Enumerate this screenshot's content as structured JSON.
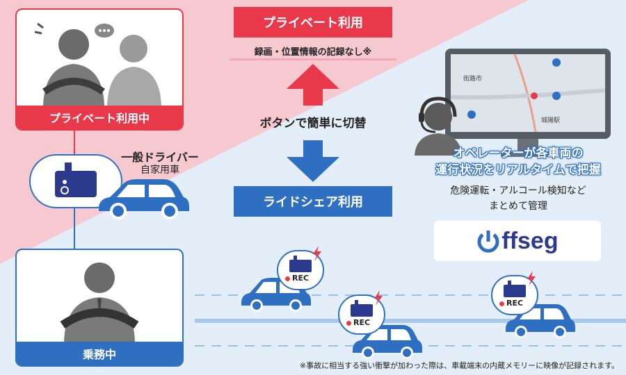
{
  "private_card": {
    "label": "プライベート利用中"
  },
  "duty_card": {
    "label": "乗務中"
  },
  "driver": {
    "title": "一般ドライバー",
    "subtitle": "自家用車"
  },
  "mode_private": {
    "label": "プライベート利用",
    "note": "録画・位置情報の記録なし※"
  },
  "switch": {
    "label": "ボタンで簡単に切替"
  },
  "mode_rideshare": {
    "label": "ライドシェア利用"
  },
  "operator": {
    "headline_1": "オペレーターが各車両の",
    "headline_2": "運行状況をリアルタイムで把握",
    "sub_1": "危険運転・アルコール検知など",
    "sub_2": "まとめて管理"
  },
  "map": {
    "label_1": "街路市",
    "label_2": "城陽駅"
  },
  "brand": {
    "name": "ffseg"
  },
  "rec": {
    "label": "REC"
  },
  "footnote": "※事故に相当する強い衝撃が加わった際は、車載端末の内蔵メモリーに映像が記録されます。",
  "colors": {
    "red": "#e8394a",
    "blue": "#2f6fc1",
    "navy": "#2b3a8c",
    "pink_bg": "#f6c9d1",
    "blue_bg": "#e3eef8"
  }
}
